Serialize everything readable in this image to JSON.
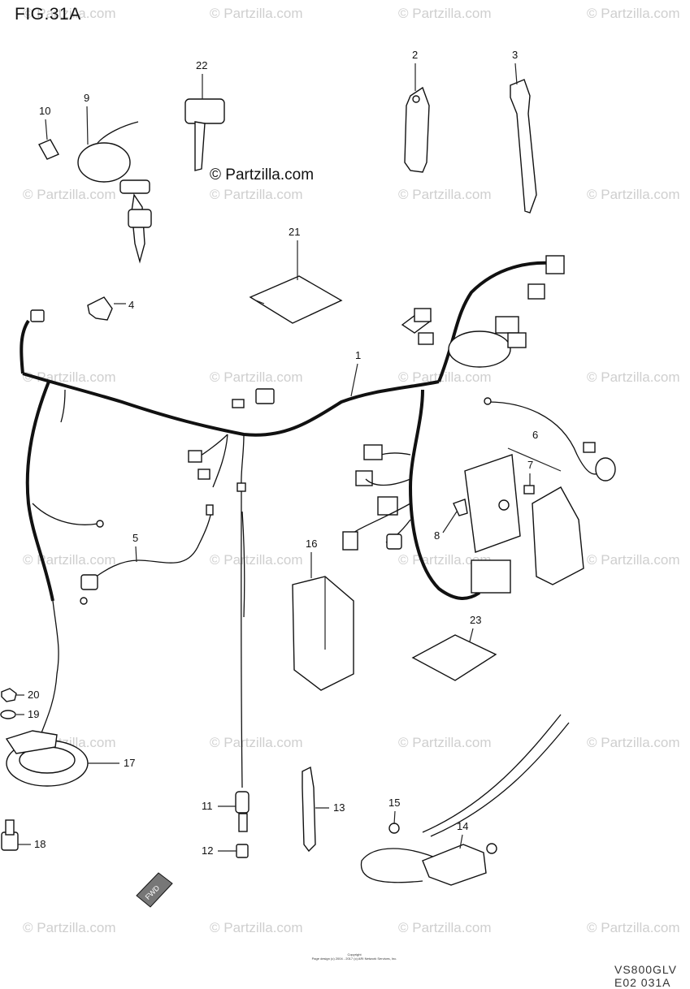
{
  "figure": {
    "title": "FIG.31A",
    "site_label": "© Partzilla.com",
    "watermark": "© Partzilla.com",
    "copyright_lines": [
      "Copyright",
      "Page design (c) 2004 - 2017 (c) ARI Network Services, Inc."
    ],
    "footer_code": "VS800GLV E02 031A",
    "front_marker": "FWD"
  },
  "callouts": [
    "1",
    "2",
    "3",
    "4",
    "5",
    "6",
    "7",
    "8",
    "9",
    "10",
    "11",
    "12",
    "13",
    "14",
    "15",
    "16",
    "17",
    "18",
    "19",
    "20",
    "21",
    "22",
    "23"
  ],
  "colors": {
    "line": "#111111",
    "watermark": "#cfcfcf",
    "background": "#ffffff"
  }
}
